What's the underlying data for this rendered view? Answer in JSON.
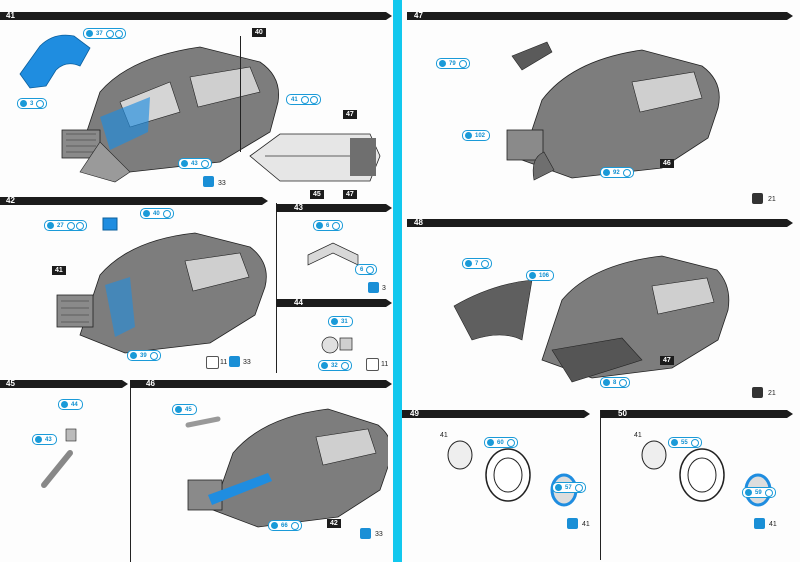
{
  "steps": {
    "s41": {
      "num": "41",
      "ref": "40",
      "callouts": [
        "37",
        "3",
        "41",
        "43",
        "47",
        "45",
        "47"
      ],
      "paint": "33"
    },
    "s42": {
      "num": "42",
      "ref": "41",
      "callouts": [
        "27",
        "40",
        "39"
      ],
      "paint_a": "11",
      "paint_b": "33"
    },
    "s43": {
      "num": "43",
      "callouts": [
        "6",
        "6"
      ],
      "paint": "3"
    },
    "s44": {
      "num": "44",
      "callouts": [
        "31",
        "32"
      ],
      "paint": "11"
    },
    "s45": {
      "num": "45",
      "callouts": [
        "44",
        "43"
      ]
    },
    "s46": {
      "num": "46",
      "ref": "42",
      "callouts": [
        "45",
        "66"
      ],
      "paint": "33"
    },
    "s47": {
      "num": "47",
      "ref": "46",
      "callouts": [
        "79",
        "102",
        "92"
      ],
      "paint": "21"
    },
    "s48": {
      "num": "48",
      "ref": "47",
      "callouts": [
        "7",
        "106",
        "8"
      ],
      "paint": "21"
    },
    "s49": {
      "num": "49",
      "label_ref": "41",
      "callouts": [
        "60",
        "57"
      ],
      "paint": "41"
    },
    "s50": {
      "num": "50",
      "label_ref": "41",
      "callouts": [
        "55",
        "59"
      ],
      "paint": "41"
    }
  },
  "colors": {
    "accent": "#1a9ad8",
    "divider": "#12c8ee",
    "band": "#1c1c1c",
    "part_blue": "#1f8de0"
  }
}
